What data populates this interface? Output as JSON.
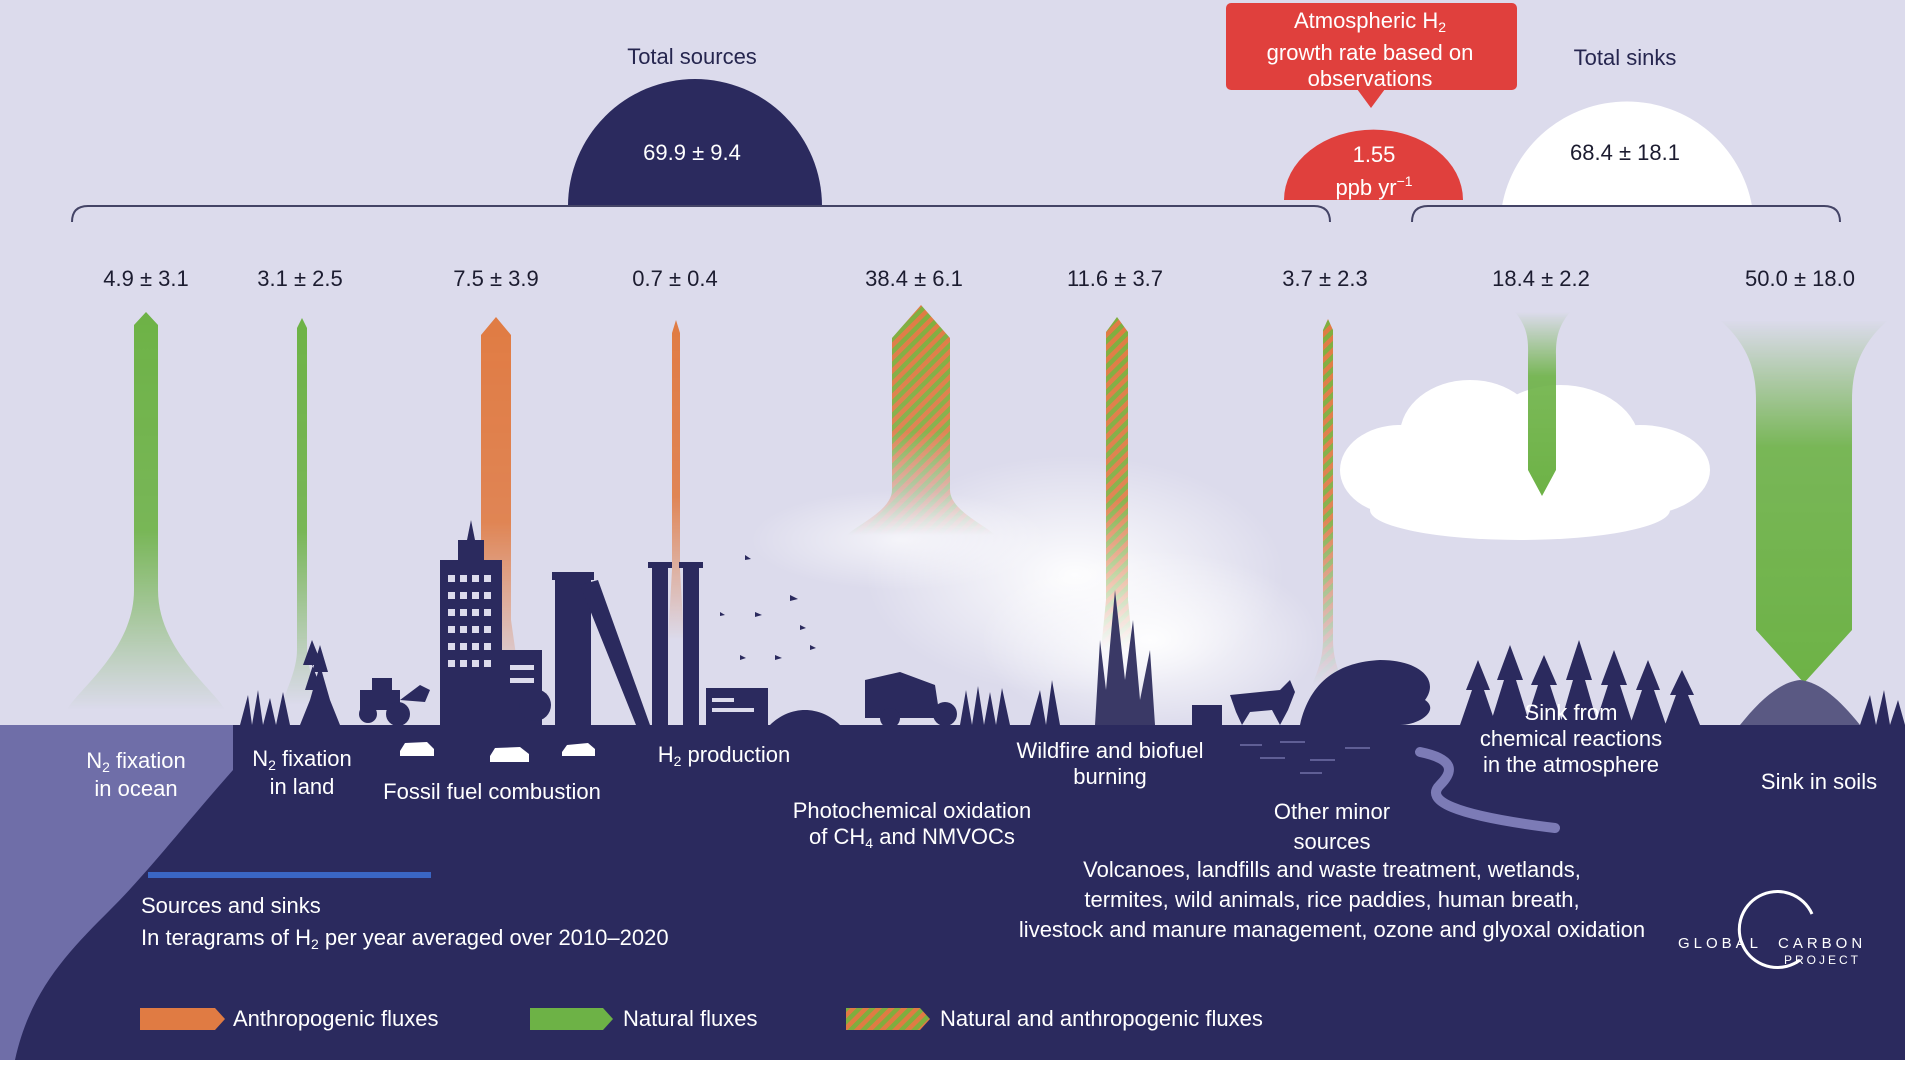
{
  "colors": {
    "sky": "#dcdbec",
    "ground": "#2b2a5e",
    "ocean": "#6f6ea8",
    "anthropogenic": "#e07b43",
    "natural": "#6db246",
    "observation": "#e0403d",
    "sources_total": "#2b2a5e"
  },
  "header": {
    "total_sources_label": "Total sources",
    "total_sources_value": "69.9 ± 9.4",
    "total_sinks_label": "Total sinks",
    "total_sinks_value": "68.4 ± 18.1",
    "atmos_line1_pre": "Atmospheric H",
    "atmos_line1_sub": "2",
    "atmos_line2": "growth rate based on",
    "atmos_line3": "observations",
    "growth_value": "1.55",
    "growth_unit": "ppb yr",
    "growth_unit_sup": "−1"
  },
  "fluxes": [
    {
      "value": "4.9 ± 3.1",
      "type": "natural",
      "direction": "source"
    },
    {
      "value": "3.1 ± 2.5",
      "type": "natural",
      "direction": "source"
    },
    {
      "value": "7.5 ± 3.9",
      "type": "anthropogenic",
      "direction": "source"
    },
    {
      "value": "0.7 ± 0.4",
      "type": "anthropogenic",
      "direction": "source"
    },
    {
      "value": "38.4 ± 6.1",
      "type": "mixed",
      "direction": "source"
    },
    {
      "value": "11.6 ± 3.7",
      "type": "mixed",
      "direction": "source"
    },
    {
      "value": "3.7 ± 2.3",
      "type": "mixed",
      "direction": "source"
    },
    {
      "value": "18.4 ± 2.2",
      "type": "natural",
      "direction": "sink"
    },
    {
      "value": "50.0 ± 18.0",
      "type": "natural",
      "direction": "sink"
    }
  ],
  "labels": {
    "n2_ocean_pre": "N",
    "n2_ocean_sub": "2",
    "n2_ocean_post": " fixation",
    "n2_ocean_line2": "in ocean",
    "n2_land_pre": "N",
    "n2_land_sub": "2",
    "n2_land_post": " fixation",
    "n2_land_line2": "in land",
    "fossil": "Fossil fuel combustion",
    "h2_pre": "H",
    "h2_sub": "2",
    "h2_post": " production",
    "photo_line1": "Photochemical oxidation",
    "photo_line2_pre": "of CH",
    "photo_line2_sub": "4",
    "photo_line2_post": " and NMVOCs",
    "wildfire_line1": "Wildfire and biofuel",
    "wildfire_line2": "burning",
    "minor_line1": "Other minor",
    "minor_line2": "sources",
    "minor_detail_1": "Volcanoes, landfills and waste treatment, wetlands,",
    "minor_detail_2": "termites, wild animals, rice paddies, human breath,",
    "minor_detail_3": "livestock and manure management,  ozone and glyoxal oxidation",
    "chem_line1": "Sink from",
    "chem_line2": "chemical reactions",
    "chem_line3": "in the atmosphere",
    "soils": "Sink in soils"
  },
  "legend": {
    "title": "Sources and sinks",
    "units_pre": "In teragrams of H",
    "units_sub": "2",
    "units_post": " per year averaged over 2010–2020",
    "anthropogenic": "Anthropogenic fluxes",
    "natural": "Natural fluxes",
    "mixed": "Natural and anthropogenic fluxes"
  },
  "logo": {
    "line1_a": "GLOBAL",
    "line1_b": "CARBON",
    "line2": "PROJECT"
  }
}
